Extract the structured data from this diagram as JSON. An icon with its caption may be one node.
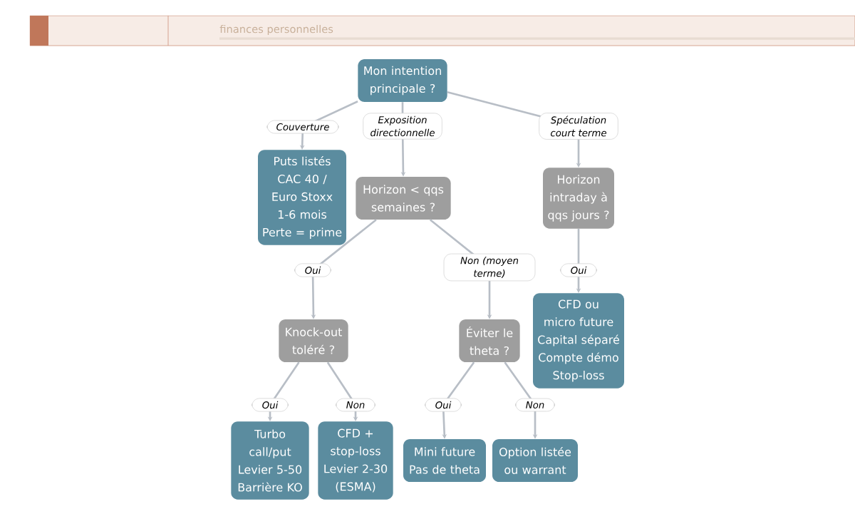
{
  "diagram": {
    "nodes": [
      {
        "text": [
          "Mon intention principale ?"
        ]
      },
      {
        "text": [
          "Puts listés CAC 40 / Euro Stoxx 1-6 mois Perte = prime"
        ]
      },
      {
        "text": [
          "Horizon < qqs semaines ?"
        ]
      },
      {
        "text": [
          "Horizon intraday à qqs jours ?"
        ]
      },
      {
        "text": [
          "Knock-out toléré ?"
        ]
      },
      {
        "text": [
          "Éviter le theta ?"
        ]
      },
      {
        "text": [
          "CFD ou micro future Capital séparé Compte démo Stop-loss"
        ]
      },
      {
        "text": [
          "Turbo call/put Levier 5-50 Barrière KO"
        ]
      },
      {
        "text": [
          "CFD + stop-loss Levier 2-30 (ESMA)"
        ]
      },
      {
        "text": [
          "Mini future Pas de theta"
        ]
      },
      {
        "text": [
          "Option listée ou warrant"
        ]
      }
    ],
    "edges": [
      {
        "from": 0,
        "to": 1,
        "arrow": "to",
        "label": "Couverture"
      },
      {
        "from": 0,
        "to": 2,
        "arrow": "to",
        "label": "Exposition directionnelle"
      },
      {
        "from": 0,
        "to": 3,
        "arrow": "to",
        "label": "Spéculation court terme"
      },
      {
        "from": 2,
        "to": 4,
        "arrow": "to",
        "label": "Oui"
      },
      {
        "from": 2,
        "to": 5,
        "arrow": "to",
        "label": "Non (moyen terme)"
      },
      {
        "from": 3,
        "to": 6,
        "arrow": "to",
        "label": "Oui"
      },
      {
        "from": 4,
        "to": 7,
        "arrow": "to",
        "label": "Oui"
      },
      {
        "from": 4,
        "to": 8,
        "arrow": "to",
        "label": "Non"
      },
      {
        "from": 5,
        "to": 9,
        "arrow": "to",
        "label": "Oui"
      },
      {
        "from": 5,
        "to": 10,
        "arrow": "to",
        "label": "Non"
      }
    ],
    "labels": [
      "finances personnelles"
    ]
  }
}
